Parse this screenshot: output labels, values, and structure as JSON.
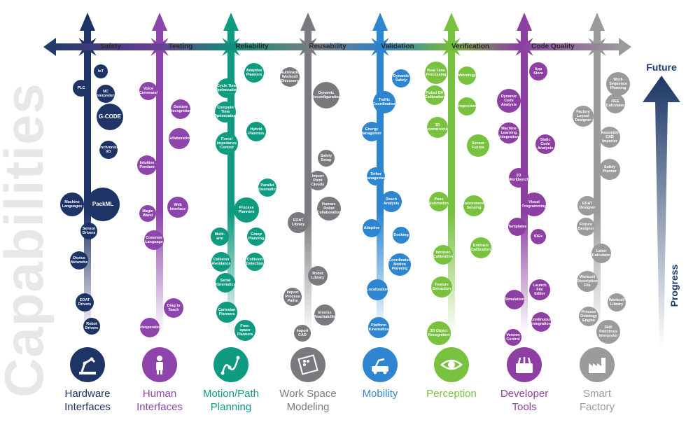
{
  "watermark": "Capabilities",
  "legend": {
    "future": "Future",
    "progress": "Progress"
  },
  "properties": [
    "Safety",
    "Testing",
    "Reliability",
    "Reusability",
    "Validation",
    "Verification",
    "Code Quality"
  ],
  "colors": {
    "hardware": "#1f3466",
    "human": "#8e44ad",
    "motion": "#0f9b7f",
    "workspace": "#7a7a7e",
    "mobility": "#2e86d1",
    "perception": "#78c23f",
    "developer": "#8e3fa3",
    "smart": "#9b9b9b"
  },
  "columns": [
    {
      "id": "hardware",
      "label_line1": "Hardware",
      "label_line2": "Interfaces",
      "icon": "robot-arm-icon",
      "items": [
        "IoT",
        "PLC",
        "NC Interpreters",
        "G-CODE",
        "Synchronized I/O",
        "Machine Languages",
        "PackML",
        "Sensor Drivers",
        "Device Networks",
        "EOAT Drivers",
        "Robot Drivers"
      ]
    },
    {
      "id": "human",
      "label_line1": "Human",
      "label_line2": "Interfaces",
      "icon": "person-icon",
      "items": [
        "Voice Command",
        "Gesture Recognition",
        "Collaborative",
        "Intuitive Pendant",
        "Web Interface",
        "Magic Wand",
        "Common Language",
        "Drag to Teach",
        "Teleoperation"
      ]
    },
    {
      "id": "motion",
      "label_line1": "Motion/Path",
      "label_line2": "Planning",
      "icon": "path-icon",
      "items": [
        "Adaptive Planners",
        "Cycle Time Optimization",
        "Compute Time Optimization",
        "Hybrid Planners",
        "Force/ Impedance Control",
        "Parallel Kinematics",
        "Process Planners",
        "Multi-arm",
        "Grasp Planning",
        "Collision Avoidance",
        "Collision Detection",
        "Serial Kinematics",
        "Cartesian Planners",
        "Free-space Planners"
      ]
    },
    {
      "id": "workspace",
      "label_line1": "Work Space",
      "label_line2": "Modeling",
      "icon": "ros-icon",
      "items": [
        "Automatic Workcell Discovery",
        "Dynamic Reconfiguration",
        "Safety Setup",
        "Import Point Clouds",
        "Human-Robot Collaboration",
        "EOAT Library",
        "Robot Library",
        "Import Process Paths",
        "Inverse Reachability",
        "Import CAD"
      ]
    },
    {
      "id": "mobility",
      "label_line1": "Mobility",
      "label_line2": "",
      "icon": "mobile-platform-icon",
      "items": [
        "Dynamic Safety",
        "Traffic Coordination",
        "Energy Management",
        "Tether Management",
        "Reach Analysis",
        "Adaptive",
        "Docking",
        "Coordinated Motion Planning",
        "Localization",
        "Platform Kinematics"
      ]
    },
    {
      "id": "perception",
      "label_line1": "Perception",
      "label_line2": "",
      "icon": "eye-icon",
      "items": [
        "Real-Time Processing",
        "Metrology",
        "Robot DH Calibration",
        "Inspection",
        "3D Reconstruction",
        "Sensor Fusion",
        "Pose Estimation",
        "Environmental Sensing",
        "Extrinsic Calibration",
        "Intrinsic Calibration",
        "Feature Extraction",
        "3D Object Recognition"
      ]
    },
    {
      "id": "developer",
      "label_line1": "Developer",
      "label_line2": "Tools",
      "icon": "toolbox-icon",
      "items": [
        "App Store",
        "Dynamic Code Analysis",
        "Machine Learning Integration",
        "Static Code Analysis",
        "2D Workbench",
        "Visual Programming",
        "Templates",
        "IDEs",
        "Launch File Editor",
        "Simulation",
        "Continuous Integration",
        "Version Control"
      ]
    },
    {
      "id": "smart",
      "label_line1": "Smart",
      "label_line2": "Factory",
      "icon": "factory-icon",
      "items": [
        "Work Sequence Planning",
        "OEE Calculator",
        "Factory Layout Designer",
        "Assembly CAD Importer",
        "Safety Planner",
        "EOAT Designer",
        "Fixture Designer",
        "Labor Calculator",
        "Workcell Description File",
        "Workcell Library",
        "Process Ontology Engine",
        "Skill Primitives Interpreter"
      ]
    }
  ]
}
